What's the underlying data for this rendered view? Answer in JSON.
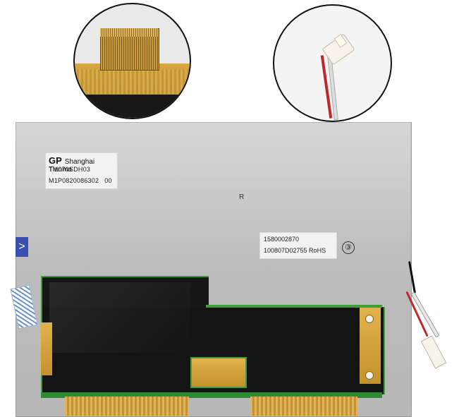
{
  "image": {
    "label_top": {
      "brand": "GP",
      "manufacturer": "Shanghai Tianma",
      "model": "TM070SDH03",
      "serial": "M1P0820086302",
      "suffix": "00"
    },
    "label_right": {
      "line1": "1580002870",
      "line2": "100807D02755 RoHS"
    },
    "panel_mark": "R",
    "circled_number": "③",
    "side_tag_glyph": ">"
  }
}
